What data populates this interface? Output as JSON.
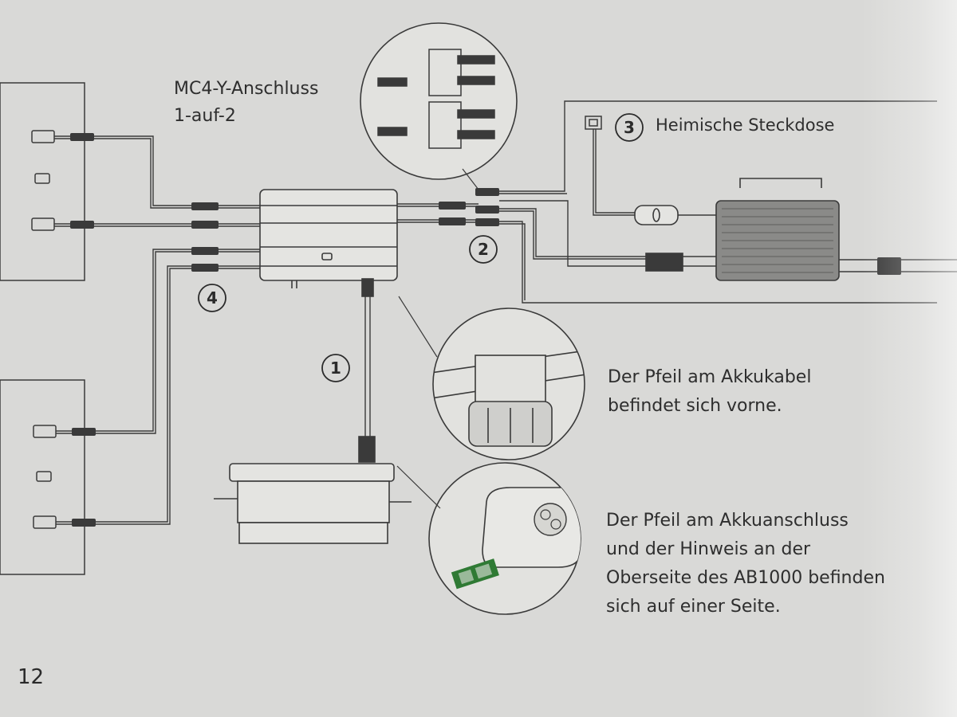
{
  "labels": {
    "mc4_line1": "MC4-Y-Anschluss",
    "mc4_line2": "1-auf-2",
    "socket": "Heimische Steckdose",
    "caption_cable_line1": "Der Pfeil am Akkukabel",
    "caption_cable_line2": "befindet sich vorne.",
    "caption_port_line1": "Der Pfeil am Akkuanschluss",
    "caption_port_line2": "und der Hinweis an der",
    "caption_port_line3": "Oberseite des AB1000 befinden",
    "caption_port_line4": "sich auf einer Seite.",
    "page_number": "12"
  },
  "markers": {
    "m1": "1",
    "m2": "2",
    "m3": "3",
    "m4": "4"
  },
  "colors": {
    "paper": "#d9d9d7",
    "line": "#3a3a3a",
    "sticker_green": "#2f7a34"
  }
}
